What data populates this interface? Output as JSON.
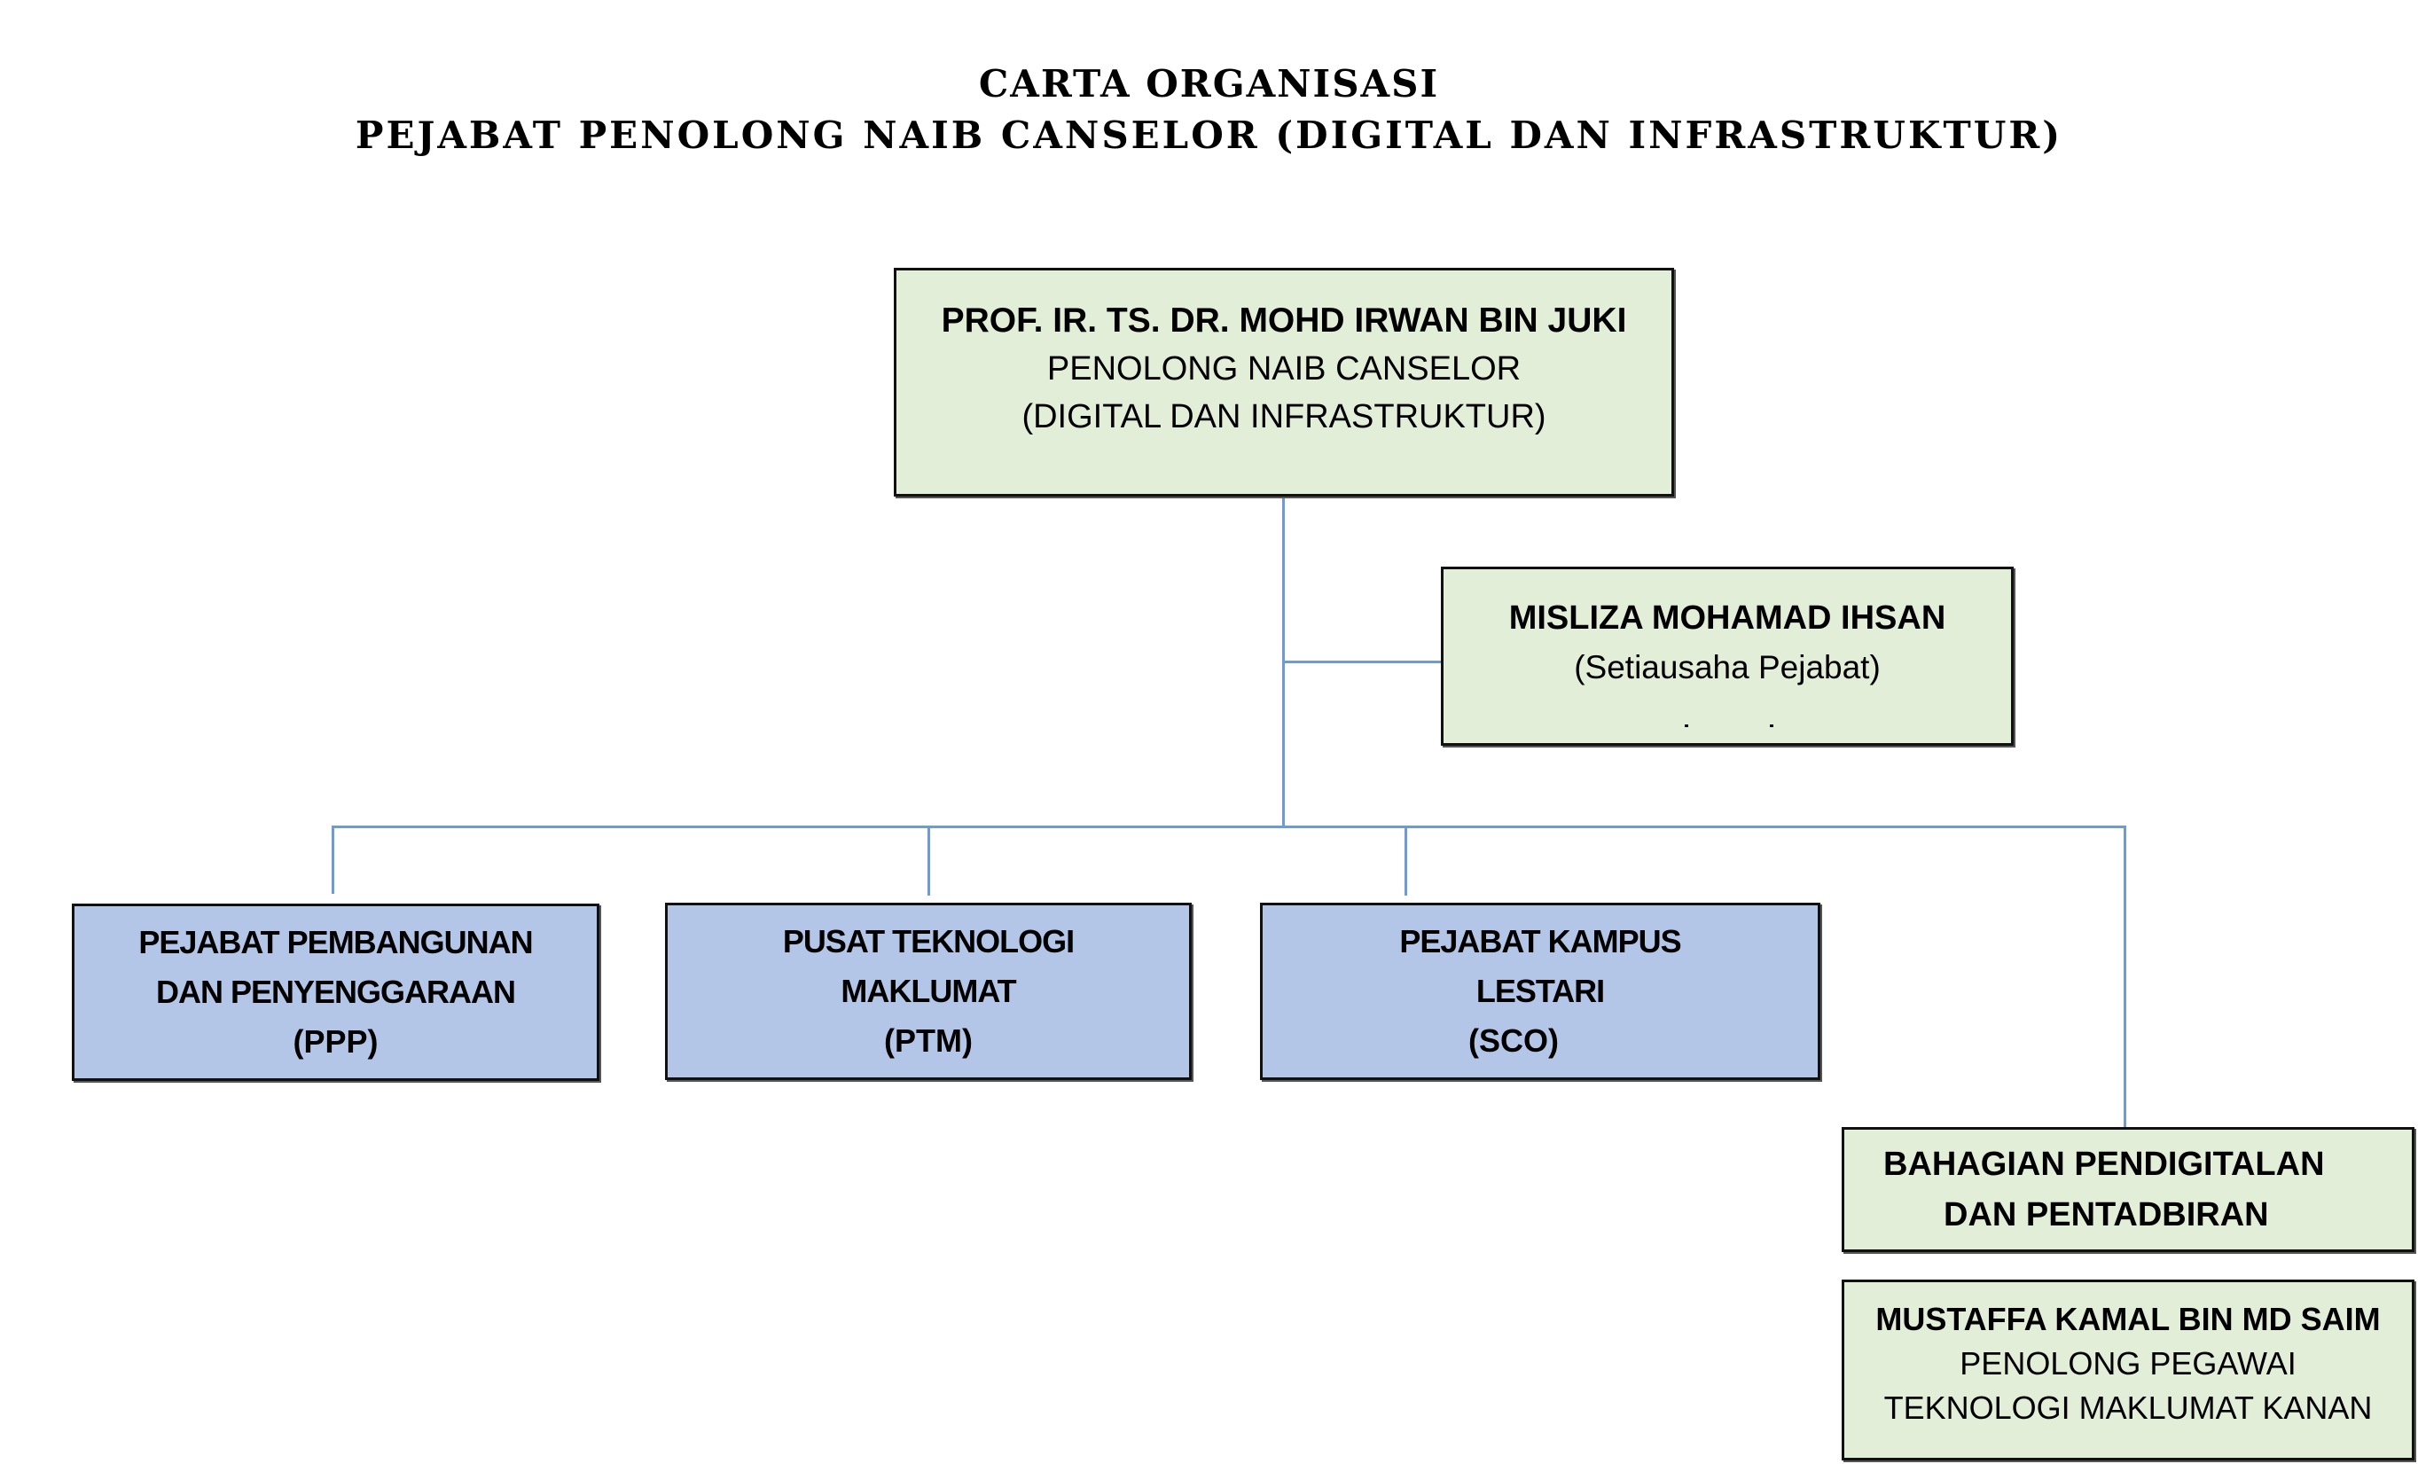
{
  "header": {
    "title": "CARTA ORGANISASI",
    "subtitle": "PEJABAT PENOLONG NAIB CANSELOR (DIGITAL DAN INFRASTRUKTUR)"
  },
  "colors": {
    "head_box": "#e2eed8",
    "unit_box": "#b3c6e7",
    "connector": "#6d9bd2",
    "border": "#111111"
  },
  "chart": {
    "head": {
      "name": "PROF. IR. TS. DR. MOHD IRWAN BIN JUKI",
      "position_line1": "PENOLONG NAIB CANSELOR",
      "position_line2": "(DIGITAL DAN INFRASTRUKTUR)"
    },
    "secretary": {
      "name": "MISLIZA MOHAMAD IHSAN",
      "role": "(Setiausaha Pejabat)"
    },
    "units": [
      {
        "line1": "PEJABAT PEMBANGUNAN",
        "line2": "DAN PENYENGGARAAN",
        "line3": "(PPP)"
      },
      {
        "line1": "PUSAT TEKNOLOGI",
        "line2": "MAKLUMAT",
        "line3": "(PTM)"
      },
      {
        "line1": "PEJABAT KAMPUS",
        "line2": "LESTARI",
        "line3": "(SCO)"
      }
    ],
    "division": {
      "line1": "BAHAGIAN PENDIGITALAN",
      "line2": "DAN PENTADBIRAN"
    },
    "division_officer": {
      "name": "MUSTAFFA KAMAL BIN MD SAIM",
      "position_line1": "PENOLONG PEGAWAI",
      "position_line2": "TEKNOLOGI MAKLUMAT KANAN"
    }
  }
}
